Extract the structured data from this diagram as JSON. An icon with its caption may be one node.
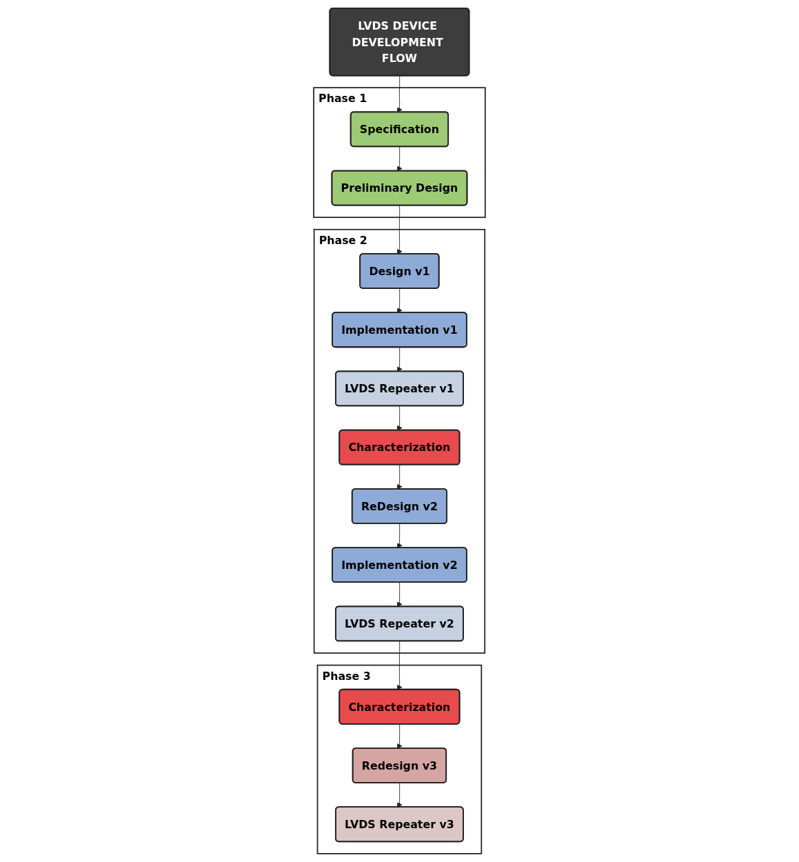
{
  "diagram": {
    "nodes": [
      {
        "text": [
          "LVDS DEVICE DEVELOPMENT FLOW"
        ]
      },
      {
        "text": [
          "Phase 1"
        ]
      },
      {
        "text": [
          "Specification"
        ],
        "in": 1
      },
      {
        "text": [
          "Preliminary Design"
        ],
        "in": 1
      },
      {
        "text": [
          "Phase 2"
        ]
      },
      {
        "text": [
          "Design v1"
        ],
        "in": 4
      },
      {
        "text": [
          "Implementation v1"
        ],
        "in": 4
      },
      {
        "text": [
          "LVDS Repeater v1"
        ],
        "in": 4
      },
      {
        "text": [
          "Characterization"
        ],
        "in": 4
      },
      {
        "text": [
          "ReDesign v2"
        ],
        "in": 4
      },
      {
        "text": [
          "Implementation v2"
        ],
        "in": 4
      },
      {
        "text": [
          "LVDS Repeater v2"
        ],
        "in": 4
      },
      {
        "text": [
          "Phase 3"
        ]
      },
      {
        "text": [
          "Characterization"
        ],
        "in": 12
      },
      {
        "text": [
          "Redesign v3"
        ],
        "in": 12
      },
      {
        "text": [
          "LVDS Repeater v3"
        ],
        "in": 12
      }
    ],
    "edges": [
      {
        "from": 0,
        "to": 2,
        "arrow": "to"
      },
      {
        "from": 2,
        "to": 3,
        "arrow": "to"
      },
      {
        "from": 3,
        "to": 5,
        "arrow": "to"
      },
      {
        "from": 5,
        "to": 6,
        "arrow": "to"
      },
      {
        "from": 6,
        "to": 7,
        "arrow": "to"
      },
      {
        "from": 7,
        "to": 8,
        "arrow": "to"
      },
      {
        "from": 8,
        "to": 9,
        "arrow": "to"
      },
      {
        "from": 9,
        "to": 10,
        "arrow": "to"
      },
      {
        "from": 10,
        "to": 11,
        "arrow": "to"
      },
      {
        "from": 11,
        "to": 13,
        "arrow": "to"
      },
      {
        "from": 13,
        "to": 14,
        "arrow": "to"
      },
      {
        "from": 14,
        "to": 15,
        "arrow": "to"
      }
    ]
  }
}
